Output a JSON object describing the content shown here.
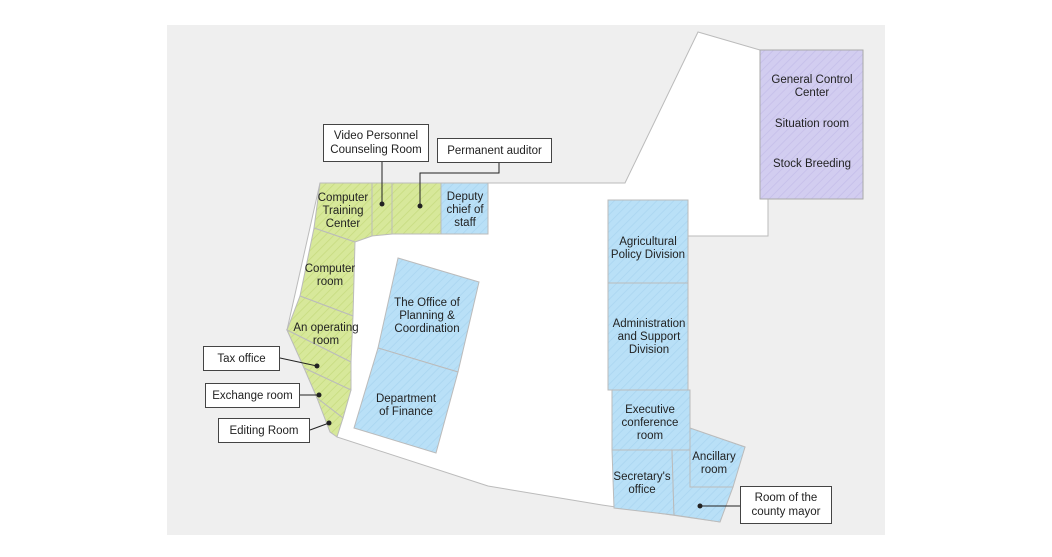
{
  "map": {
    "colors": {
      "background": "#efefef",
      "floor": "#ffffff",
      "green_room": "#d7e89a",
      "blue_room": "#b9e0f7",
      "purple_room": "#d2cdf0",
      "outline": "#bbbbbb"
    },
    "rooms": {
      "general_control_center": "General Control\nCenter",
      "situation_room": "Situation room",
      "stock_breeding": "Stock Breeding",
      "computer_training_center": "Computer\nTraining\nCenter",
      "deputy_chief_of_staff": "Deputy\nchief of\nstaff",
      "computer_room": "Computer\nroom",
      "operating_room": "An operating\nroom",
      "planning_coordination": "The Office of\nPlanning &\nCoordination",
      "department_of_finance": "Department\nof Finance",
      "agricultural_policy": "Agricultural\nPolicy Division",
      "administration_support": "Administration\nand Support\nDivision",
      "executive_conference": "Executive\nconference\nroom",
      "secretarys_office": "Secretary's\noffice",
      "ancillary_room": "Ancillary\nroom"
    },
    "callouts": {
      "video_personnel_counseling": "Video Personnel\nCounseling Room",
      "permanent_auditor": "Permanent auditor",
      "tax_office": "Tax office",
      "exchange_room": "Exchange room",
      "editing_room": "Editing Room",
      "county_mayor": "Room of the\ncounty mayor"
    }
  }
}
